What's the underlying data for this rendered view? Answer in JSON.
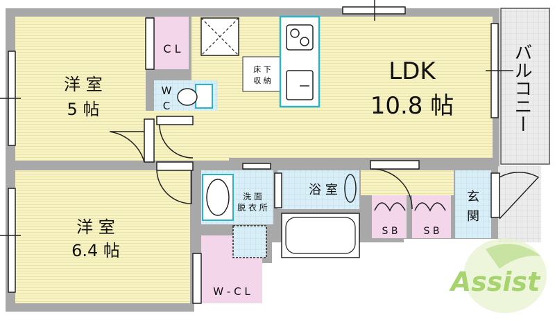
{
  "rooms": {
    "western1": {
      "name": "洋 室",
      "size": "5 帖"
    },
    "western2": {
      "name": "洋 室",
      "size": "6.4 帖"
    },
    "ldk": {
      "name": "LDK",
      "size": "10.8 帖"
    },
    "balcony": "バルコニー",
    "wc": [
      "W",
      "C"
    ],
    "closet": "C L",
    "walkin": "W - C L",
    "underfloor": [
      "床 下",
      "収 納"
    ],
    "bath": "浴 室",
    "washroom": [
      "洗 面",
      "脱 衣 所"
    ],
    "entrance": [
      "玄",
      "関"
    ],
    "sb1": "S B",
    "sb2": "S B"
  },
  "logo": {
    "text": "Assist"
  },
  "colors": {
    "room_fill": "#f7f3c4",
    "wet_fill": "#d9eef6",
    "closet_fill": "#f3d6ea",
    "wall": "#a8a8a8",
    "balcony_fill": "#e9e9e9",
    "fixture": "#2bb3c8",
    "logo_green": "#8cc63f"
  }
}
